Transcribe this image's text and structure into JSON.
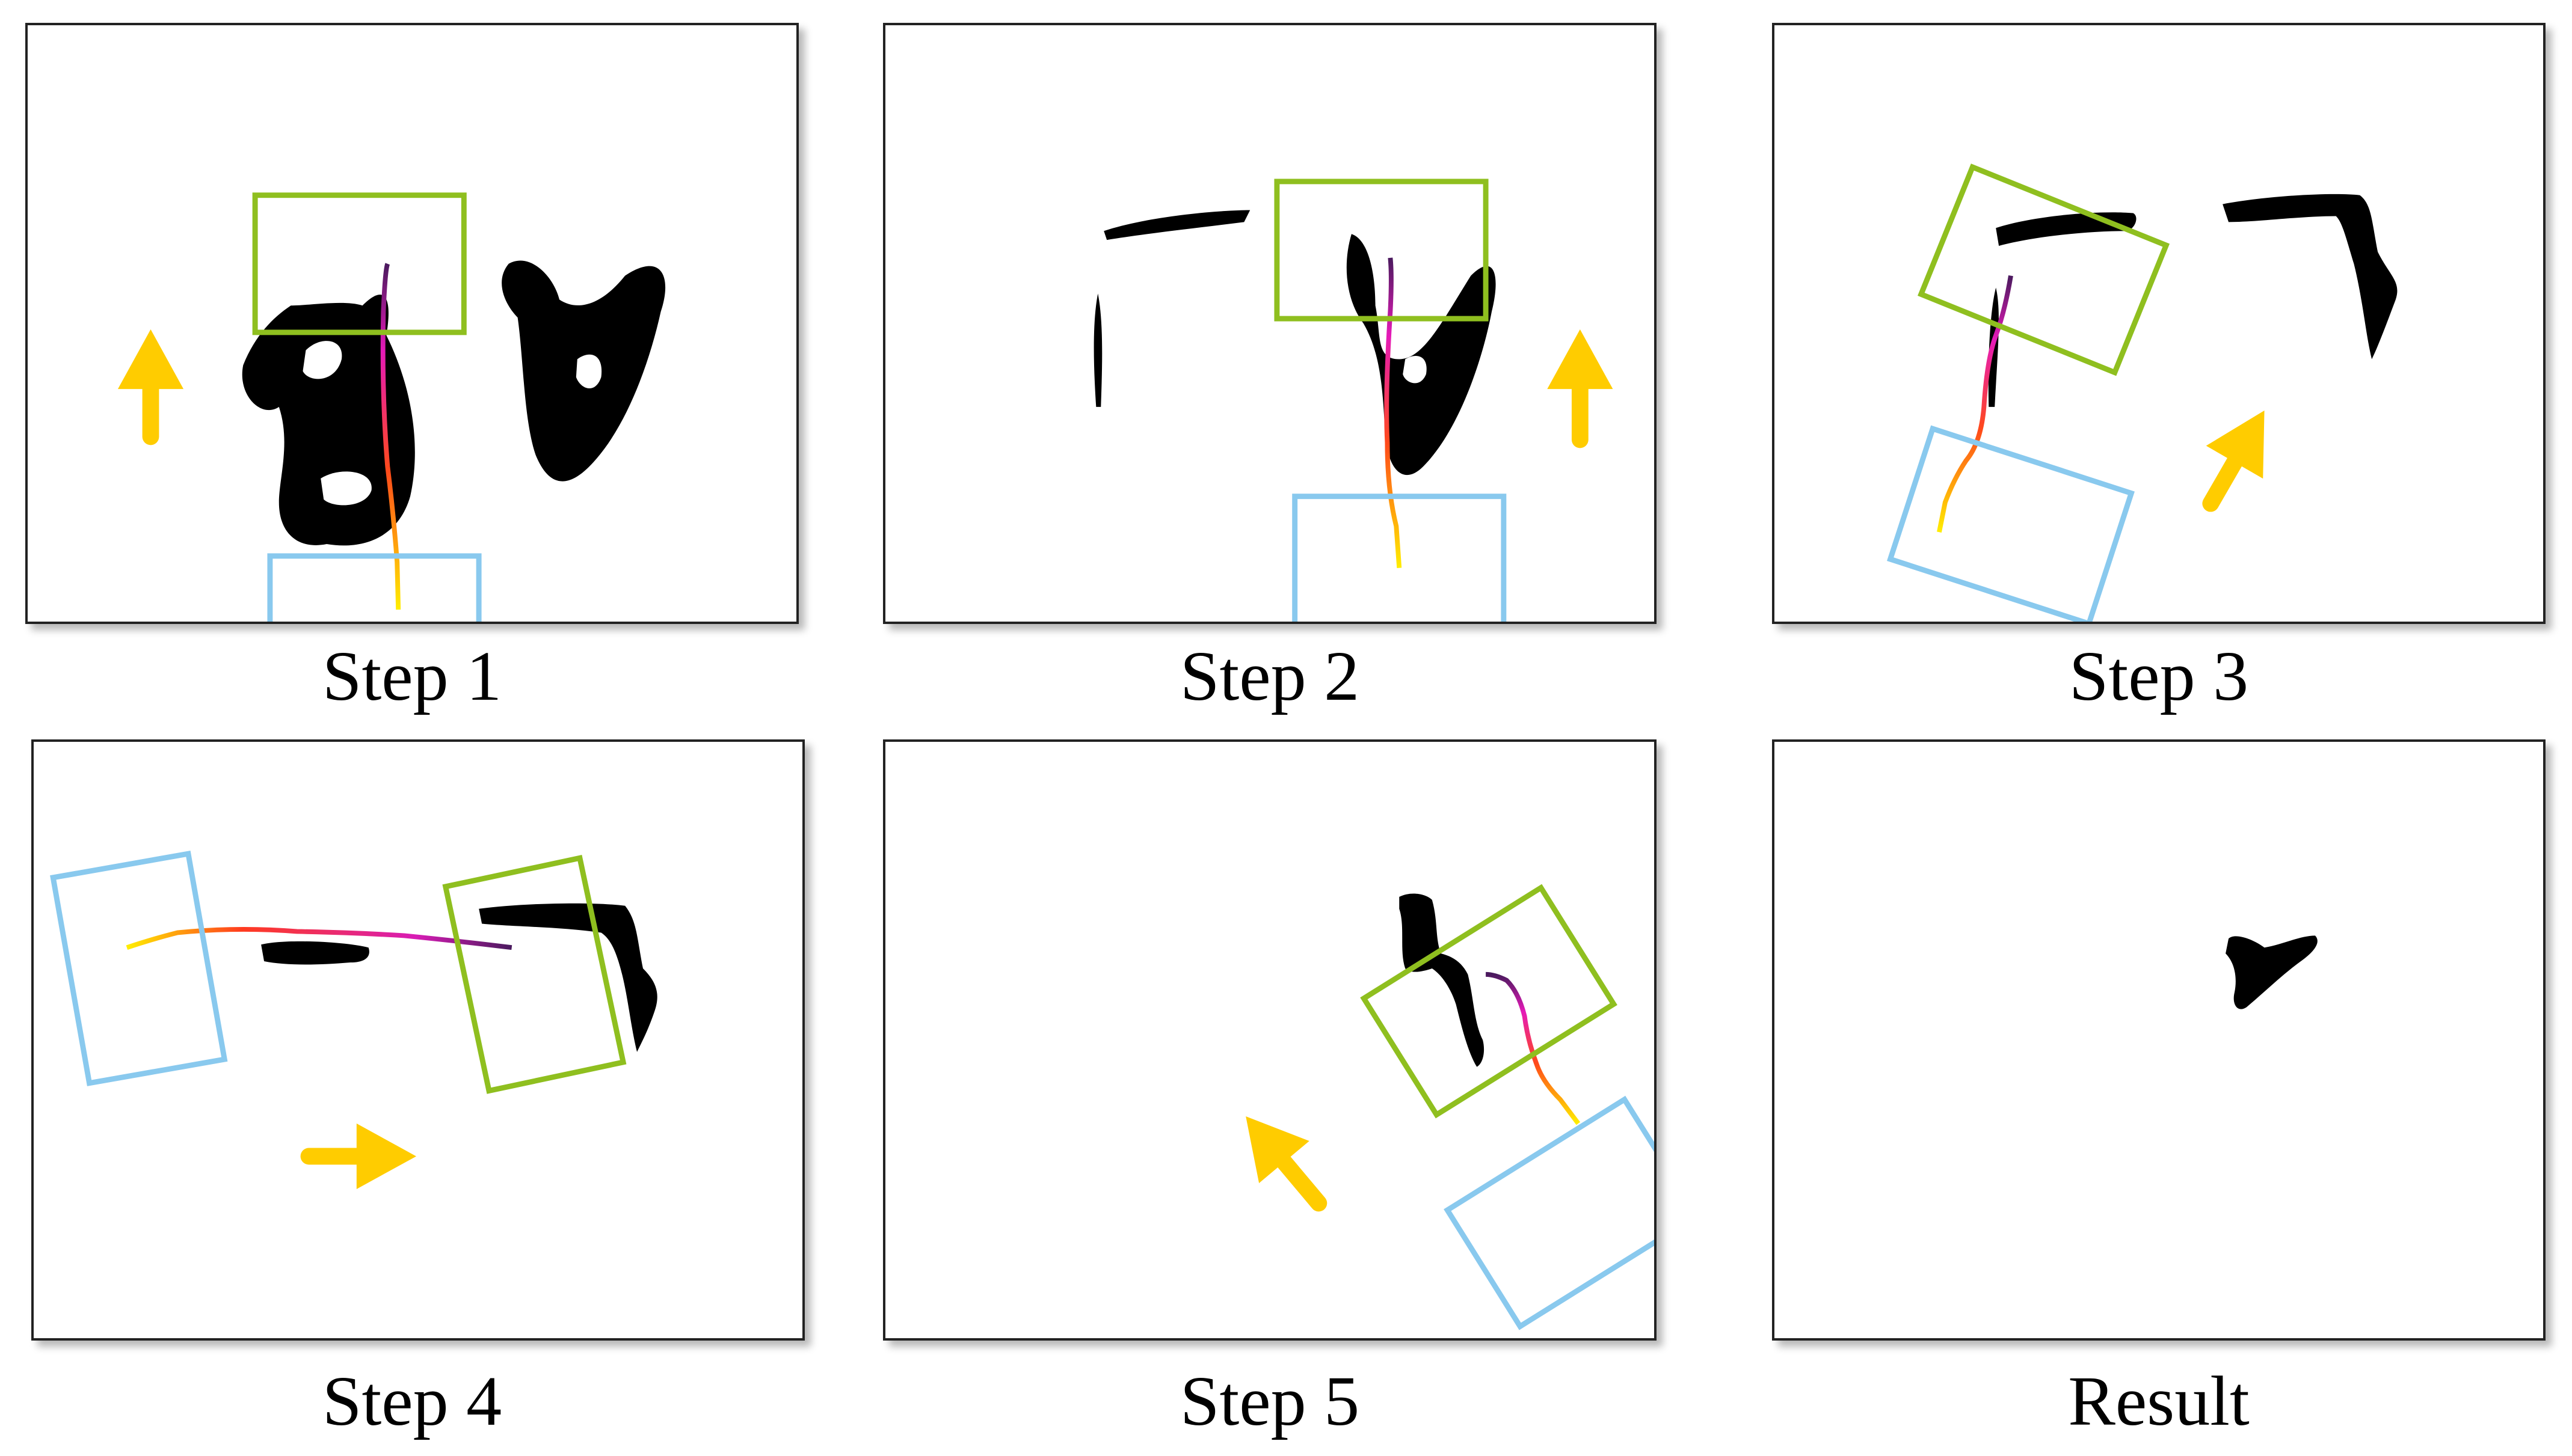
{
  "panels": [
    {
      "id": "step1",
      "caption": "Step 1"
    },
    {
      "id": "step2",
      "caption": "Step 2"
    },
    {
      "id": "step3",
      "caption": "Step 3"
    },
    {
      "id": "step4",
      "caption": "Step 4"
    },
    {
      "id": "step5",
      "caption": "Step 5"
    },
    {
      "id": "result",
      "caption": "Result"
    }
  ],
  "colors": {
    "ink": "#000000",
    "target_box": "#8fbf1f",
    "start_box": "#89c9ee",
    "arrow": "#ffcc00",
    "trajectory_start": "#ffee00",
    "trajectory_mid": "#ff3b1f",
    "trajectory_end": "#5a1a6e"
  },
  "icons": {
    "direction": "arrow-icon"
  }
}
